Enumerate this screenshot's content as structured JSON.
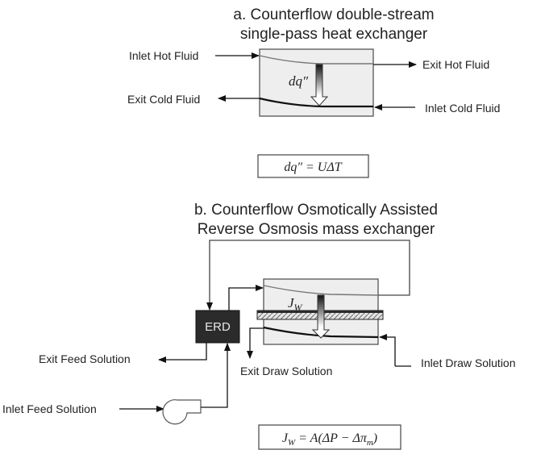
{
  "diagram_a": {
    "title_line1": "a. Counterflow double-stream",
    "title_line2": "single-pass heat exchanger",
    "labels": {
      "inlet_hot": "Inlet Hot Fluid",
      "exit_hot": "Exit Hot Fluid",
      "exit_cold": "Exit Cold Fluid",
      "inlet_cold": "Inlet Cold Fluid"
    },
    "flux_symbol": "dq″",
    "equation": "dq″ = UΔT"
  },
  "diagram_b": {
    "title_line1": "b. Counterflow Osmotically Assisted",
    "title_line2": "Reverse Osmosis mass exchanger",
    "labels": {
      "erd": "ERD",
      "exit_feed": "Exit Feed Solution",
      "inlet_feed": "Inlet Feed Solution",
      "exit_draw": "Exit Draw Solution",
      "inlet_draw": "Inlet Draw Solution"
    },
    "flux_symbol": "J",
    "flux_subscript": "W",
    "equation_lhs": "J",
    "equation_lhs_sub": "W",
    "equation_rhs": " = A(ΔP − Δπ",
    "equation_rhs_sub": "m",
    "equation_close": ")"
  },
  "colors": {
    "exchanger_fill": "#eeeeee",
    "exchanger_stroke": "#555555",
    "erd_fill": "#2b2b2b",
    "line": "#111111"
  }
}
